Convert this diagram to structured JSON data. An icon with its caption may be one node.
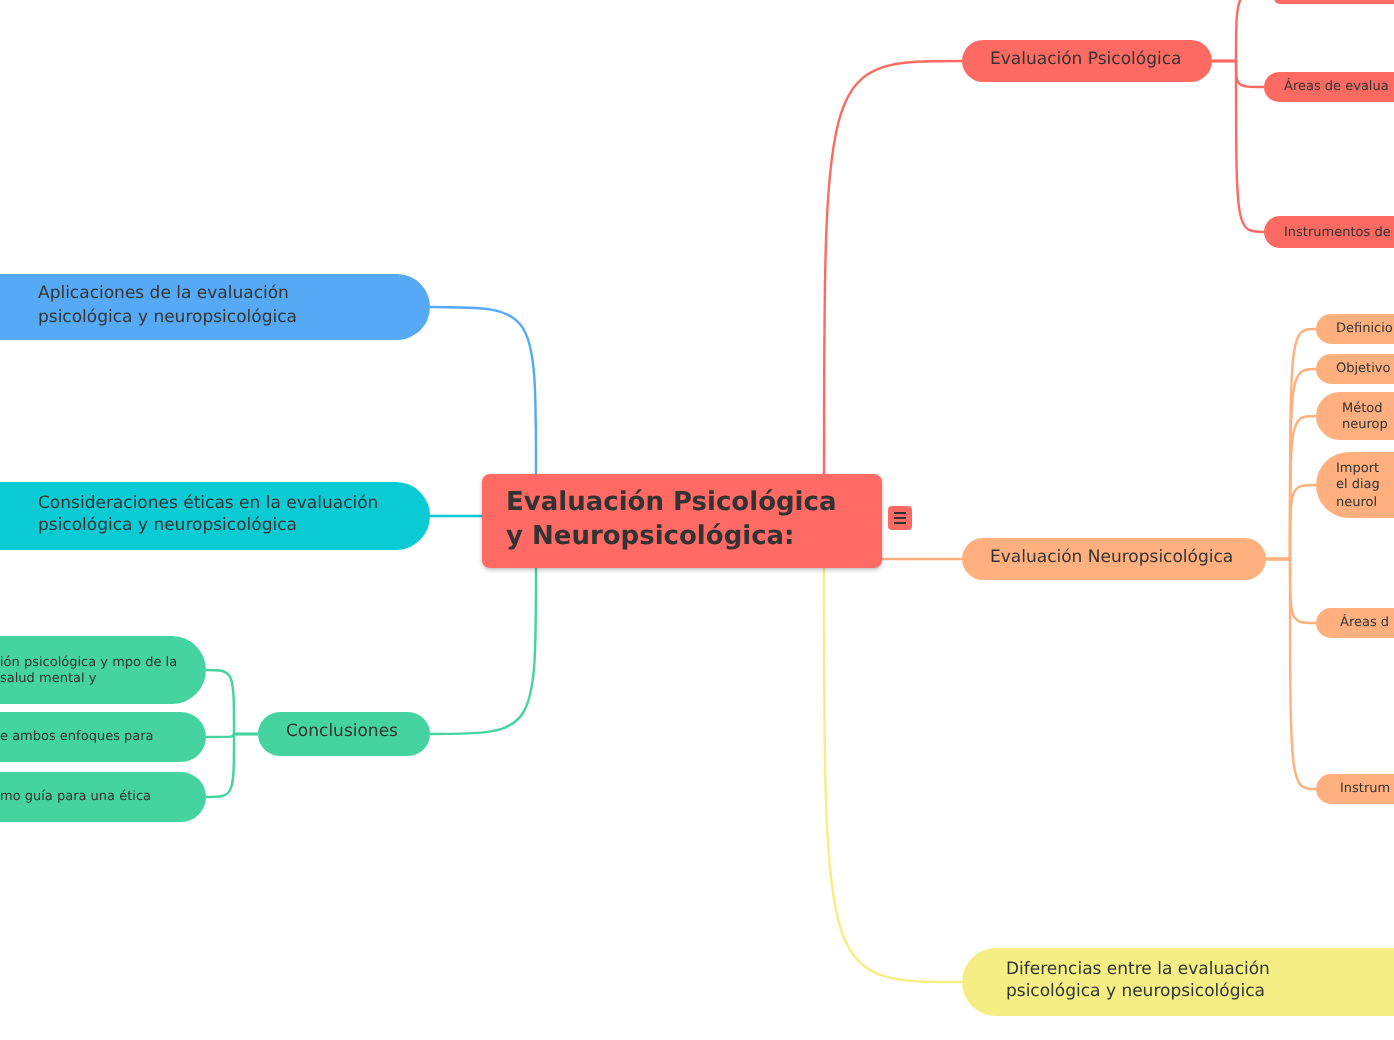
{
  "diagram": {
    "nodes": [
      {
        "text": [
          "Evaluación Psicológica y Neuropsicológica:"
        ]
      },
      {
        "text": [
          "Evaluación Psicológica"
        ]
      },
      {
        "text": [],
        "shape": "box"
      },
      {
        "text": [
          "Áreas de evalua"
        ]
      },
      {
        "text": [
          "Instrumentos de"
        ]
      },
      {
        "text": [
          "Aplicaciones de la evaluación psicológica y neuropsicológica"
        ]
      },
      {
        "text": [
          "Consideraciones éticas en la evaluación psicológica y neuropsicológica"
        ]
      },
      {
        "text": [
          "Evaluación Neuropsicológica"
        ]
      },
      {
        "text": [
          "Definicio"
        ]
      },
      {
        "text": [
          "Objetivo"
        ]
      },
      {
        "text": [
          "Métod neurop"
        ]
      },
      {
        "text": [
          "Import el diag neurol"
        ]
      },
      {
        "text": [
          "Áreas d"
        ]
      },
      {
        "text": [
          "Instrum"
        ]
      },
      {
        "text": [
          "Conclusiones"
        ]
      },
      {
        "text": [
          "ión psicológica y mpo de la salud mental y"
        ]
      },
      {
        "text": [
          "e ambos enfoques para"
        ]
      },
      {
        "text": [
          "mo guía para una ética"
        ]
      },
      {
        "text": [
          "Diferencias entre la evaluación psicológica y neuropsicológica"
        ]
      }
    ],
    "edges": [
      {
        "from": 0,
        "to": 1,
        "arrow": "none",
        "color": "#fd6a62"
      },
      {
        "from": 0,
        "to": 5,
        "arrow": "none",
        "color": "#56aaf5"
      },
      {
        "from": 0,
        "to": 6,
        "arrow": "none",
        "color": "#0acbd4"
      },
      {
        "from": 0,
        "to": 7,
        "arrow": "none",
        "color": "#ffb07e"
      },
      {
        "from": 0,
        "to": 14,
        "arrow": "none",
        "color": "#45d49f"
      },
      {
        "from": 0,
        "to": 18,
        "arrow": "none",
        "color": "#f5ee85"
      },
      {
        "from": 1,
        "to": 2,
        "arrow": "none",
        "color": "#fd6a62"
      },
      {
        "from": 1,
        "to": 3,
        "arrow": "none",
        "color": "#fd6a62"
      },
      {
        "from": 1,
        "to": 4,
        "arrow": "none",
        "color": "#fd6a62"
      },
      {
        "from": 7,
        "to": 8,
        "arrow": "none",
        "color": "#ffb07e"
      },
      {
        "from": 7,
        "to": 9,
        "arrow": "none",
        "color": "#ffb07e"
      },
      {
        "from": 7,
        "to": 10,
        "arrow": "none",
        "color": "#ffb07e"
      },
      {
        "from": 7,
        "to": 11,
        "arrow": "none",
        "color": "#ffb07e"
      },
      {
        "from": 7,
        "to": 12,
        "arrow": "none",
        "color": "#ffb07e"
      },
      {
        "from": 7,
        "to": 13,
        "arrow": "none",
        "color": "#ffb07e"
      },
      {
        "from": 14,
        "to": 15,
        "arrow": "none",
        "color": "#45d49f"
      },
      {
        "from": 14,
        "to": 16,
        "arrow": "none",
        "color": "#45d49f"
      },
      {
        "from": 14,
        "to": 17,
        "arrow": "none",
        "color": "#45d49f"
      }
    ]
  }
}
